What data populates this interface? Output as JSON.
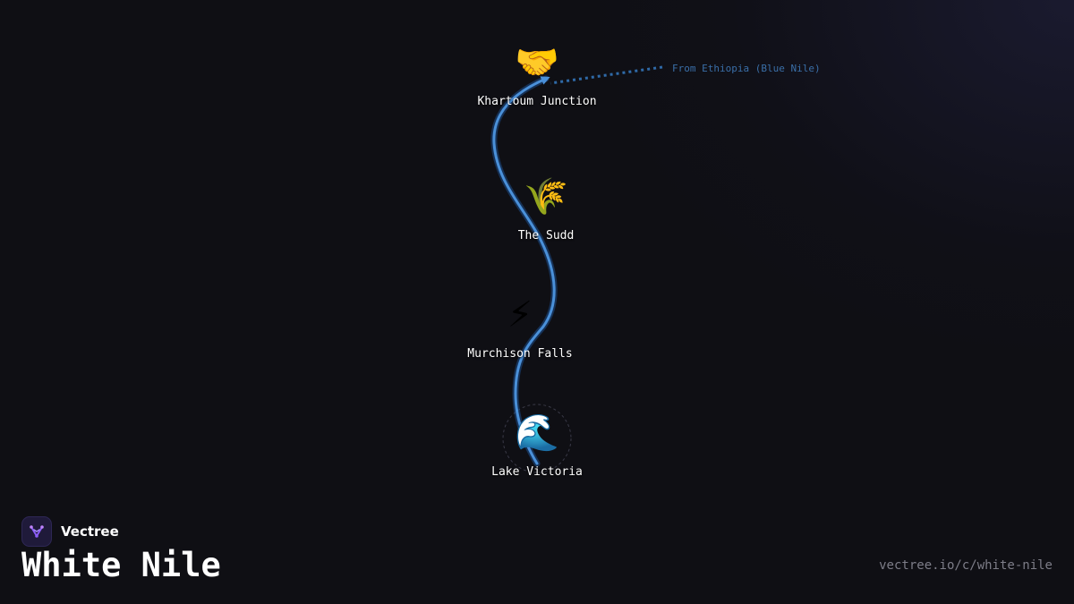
{
  "brand": {
    "name": "Vectree",
    "logo_icon": "branch-logo-icon",
    "accent": "#8b5cf6"
  },
  "title": "White Nile",
  "footer": {
    "url": "vectree.io/c/white-nile"
  },
  "river": {
    "color": "#4a90d9",
    "tributary": {
      "label": "From Ethiopia (Blue Nile)",
      "color": "#2f6aa8"
    },
    "nodes": [
      {
        "id": "lake-victoria",
        "label": "Lake Victoria",
        "icon": "wave-icon",
        "glyph": "🌊"
      },
      {
        "id": "murchison-falls",
        "label": "Murchison Falls",
        "icon": "lightning-icon",
        "glyph": "⚡"
      },
      {
        "id": "the-sudd",
        "label": "The Sudd",
        "icon": "wheat-icon",
        "glyph": "🌾"
      },
      {
        "id": "khartoum-junction",
        "label": "Khartoum Junction",
        "icon": "handshake-icon",
        "glyph": "🤝"
      }
    ]
  }
}
